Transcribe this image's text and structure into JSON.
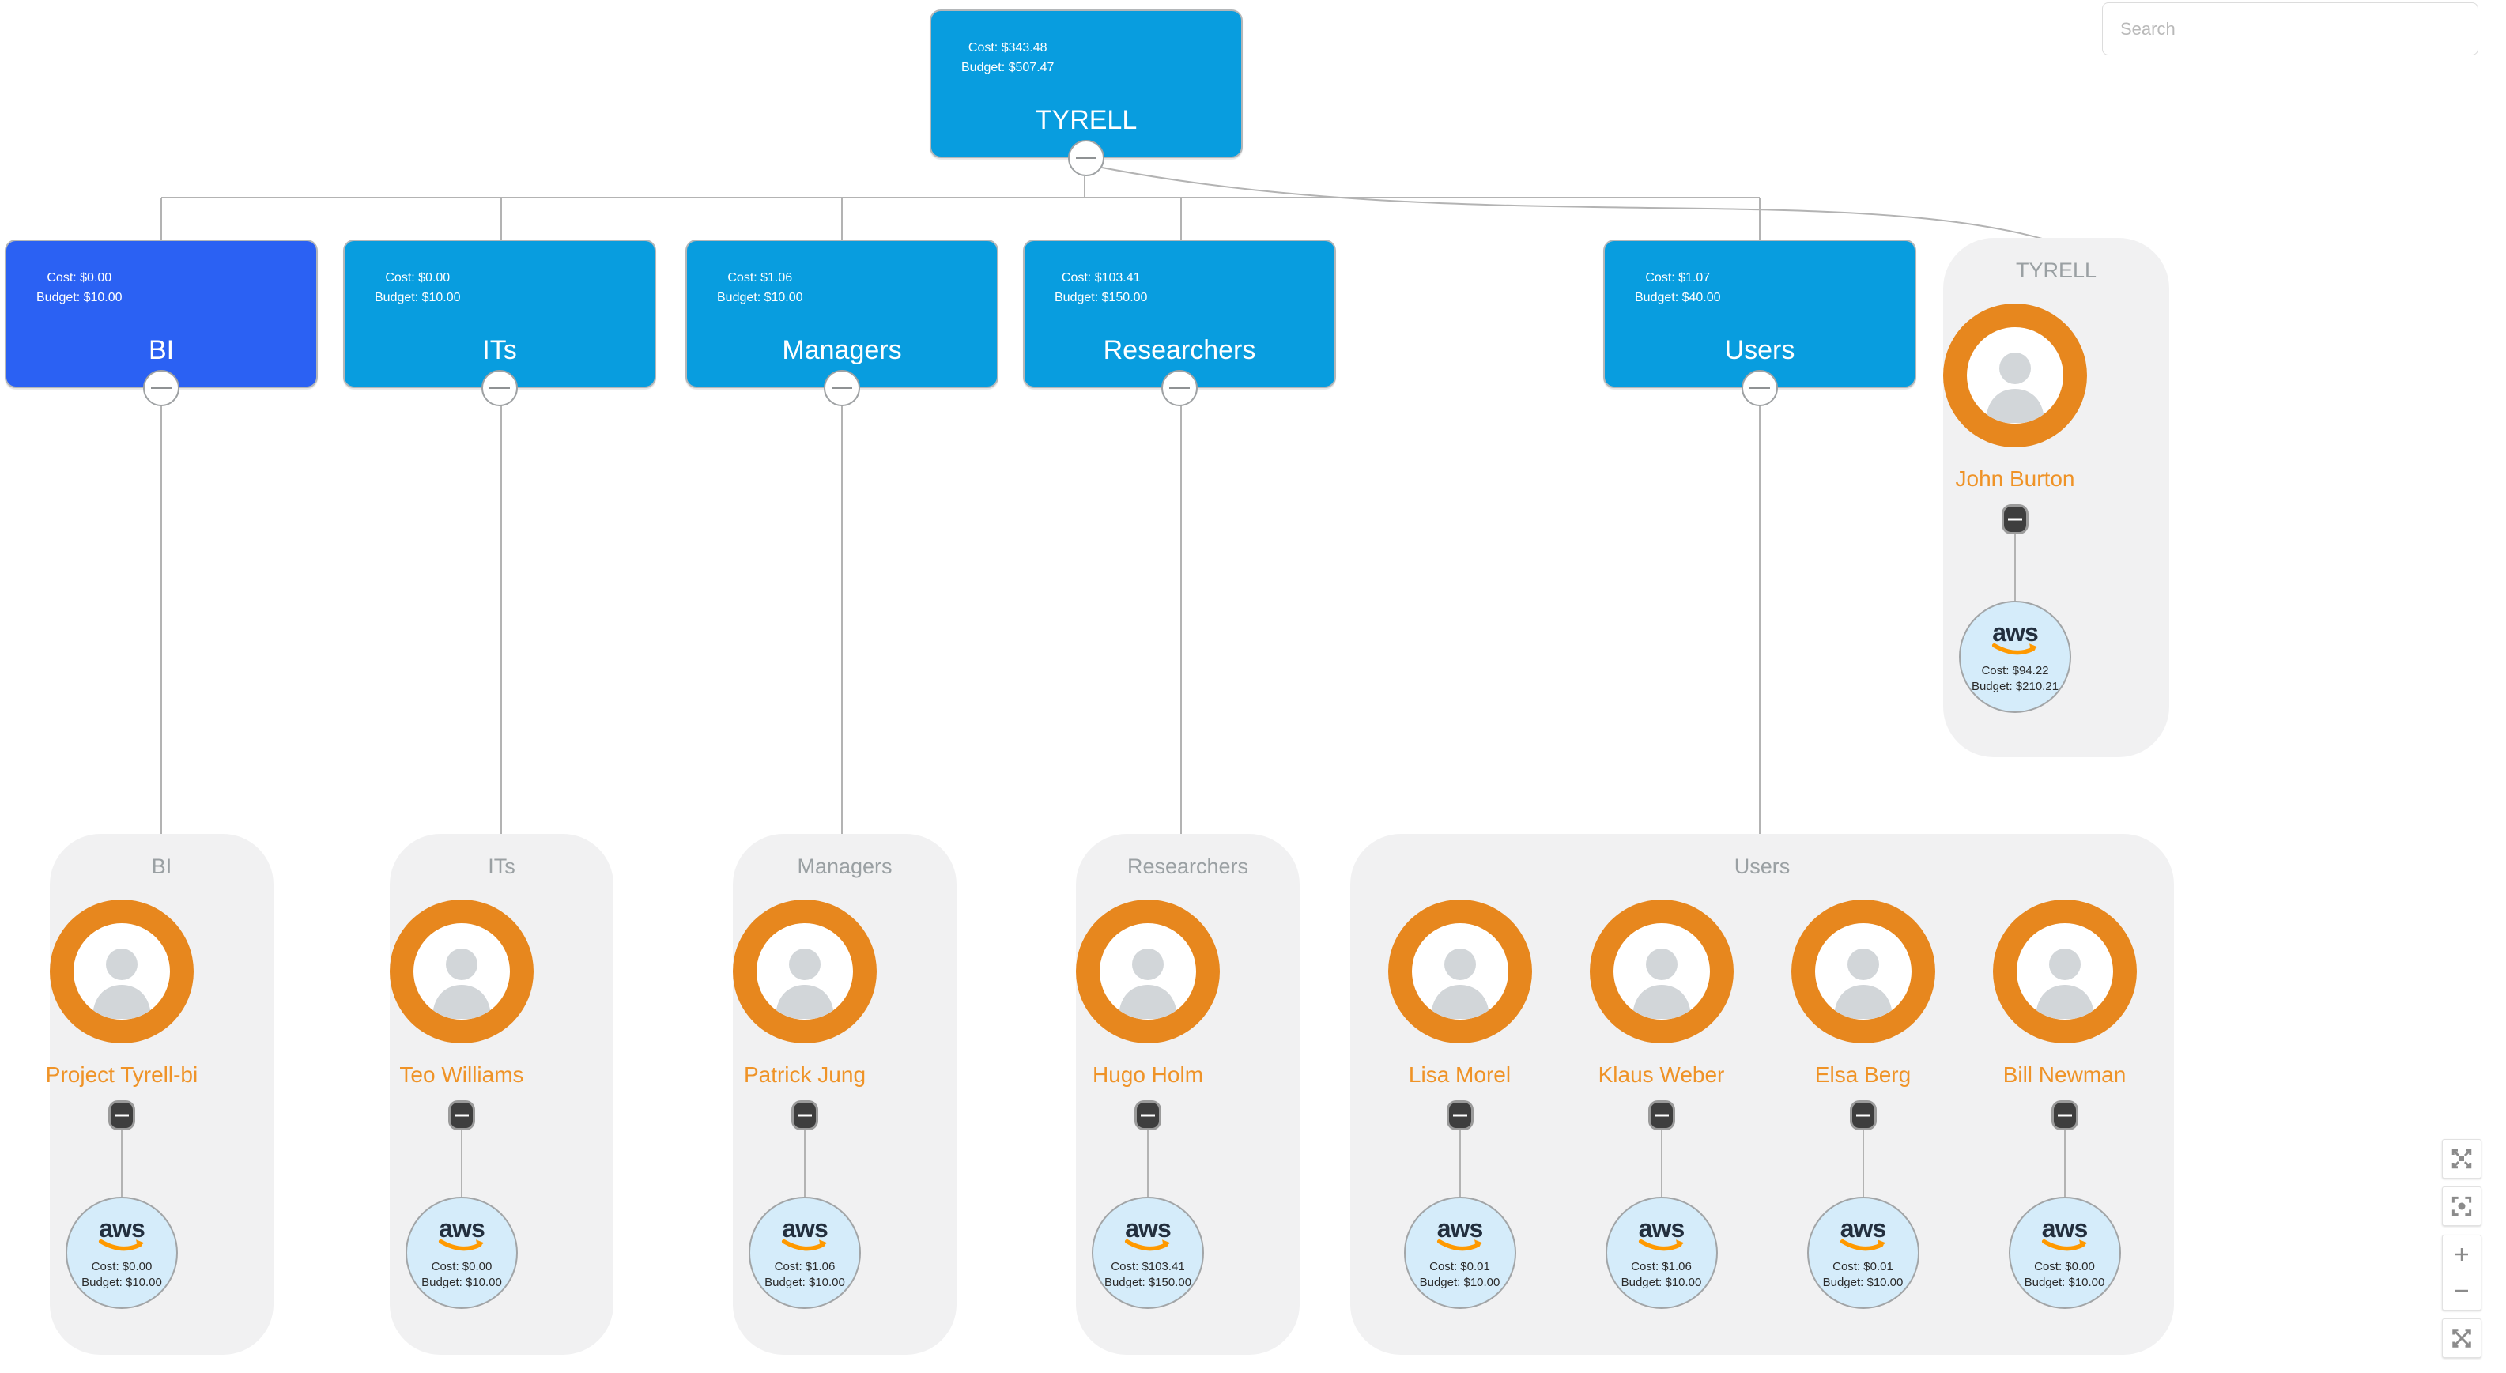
{
  "search": {
    "placeholder": "Search"
  },
  "aws_label": "aws",
  "colors": {
    "node_blue": "#089ddf",
    "highlighted_node_blue": "#2b61f3",
    "avatar_ring_orange": "#e7871e",
    "name_orange": "#ef9327",
    "aws_navy": "#232f3e",
    "aws_swoosh_orange": "#ff9900",
    "aws_bubble_blue": "#d5ecfa",
    "card_gray": "#f1f1f2",
    "connector_gray": "#b3b3b3"
  },
  "nodes": [
    {
      "label": "TYRELL",
      "cost": "Cost: $343.48",
      "budget": "Budget: $507.47"
    },
    {
      "label": "BI",
      "cost": "Cost: $0.00",
      "budget": "Budget: $10.00"
    },
    {
      "label": "ITs",
      "cost": "Cost: $0.00",
      "budget": "Budget: $10.00"
    },
    {
      "label": "Managers",
      "cost": "Cost: $1.06",
      "budget": "Budget: $10.00"
    },
    {
      "label": "Researchers",
      "cost": "Cost: $103.41",
      "budget": "Budget: $150.00"
    },
    {
      "label": "Users",
      "cost": "Cost: $1.07",
      "budget": "Budget: $40.00"
    }
  ],
  "cards": [
    {
      "title": "TYRELL",
      "members": [
        {
          "name": "John Burton",
          "cost": "Cost: $94.22",
          "budget": "Budget: $210.21"
        }
      ]
    },
    {
      "title": "BI",
      "members": [
        {
          "name": "Project Tyrell-bi",
          "cost": "Cost: $0.00",
          "budget": "Budget: $10.00"
        }
      ]
    },
    {
      "title": "ITs",
      "members": [
        {
          "name": "Teo Williams",
          "cost": "Cost: $0.00",
          "budget": "Budget: $10.00"
        }
      ]
    },
    {
      "title": "Managers",
      "members": [
        {
          "name": "Patrick Jung",
          "cost": "Cost: $1.06",
          "budget": "Budget: $10.00"
        }
      ]
    },
    {
      "title": "Researchers",
      "members": [
        {
          "name": "Hugo Holm",
          "cost": "Cost: $103.41",
          "budget": "Budget: $150.00"
        }
      ]
    },
    {
      "title": "Users",
      "members": [
        {
          "name": "Lisa Morel",
          "cost": "Cost: $0.01",
          "budget": "Budget: $10.00"
        },
        {
          "name": "Klaus Weber",
          "cost": "Cost: $1.06",
          "budget": "Budget: $10.00"
        },
        {
          "name": "Elsa Berg",
          "cost": "Cost: $0.01",
          "budget": "Budget: $10.00"
        },
        {
          "name": "Bill Newman",
          "cost": "Cost: $0.00",
          "budget": "Budget: $10.00"
        }
      ]
    }
  ],
  "icons": {
    "node_collapse": "minus-circle",
    "member_collapse": "minus-square",
    "expand_all": "arrows-out",
    "center_view": "focus-dot",
    "zoom_in": "plus",
    "zoom_out": "minus",
    "fit_screen": "diagonal-arrows"
  }
}
